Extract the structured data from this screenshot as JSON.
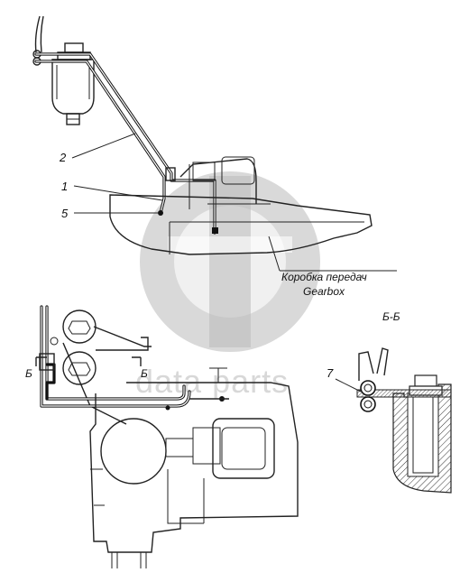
{
  "callouts": {
    "c1": "1",
    "c2": "2",
    "c5": "5",
    "c7": "7"
  },
  "gearbox_ru": "Коробка передач",
  "gearbox_en": "Gearbox",
  "section_title": "Б-Б",
  "section_marker_left": "Б",
  "section_marker_right": "Б",
  "watermark_text": "data parts",
  "colors": {
    "line": "#111111",
    "watermark": "#b9b9b9",
    "hatch": "#333333"
  }
}
